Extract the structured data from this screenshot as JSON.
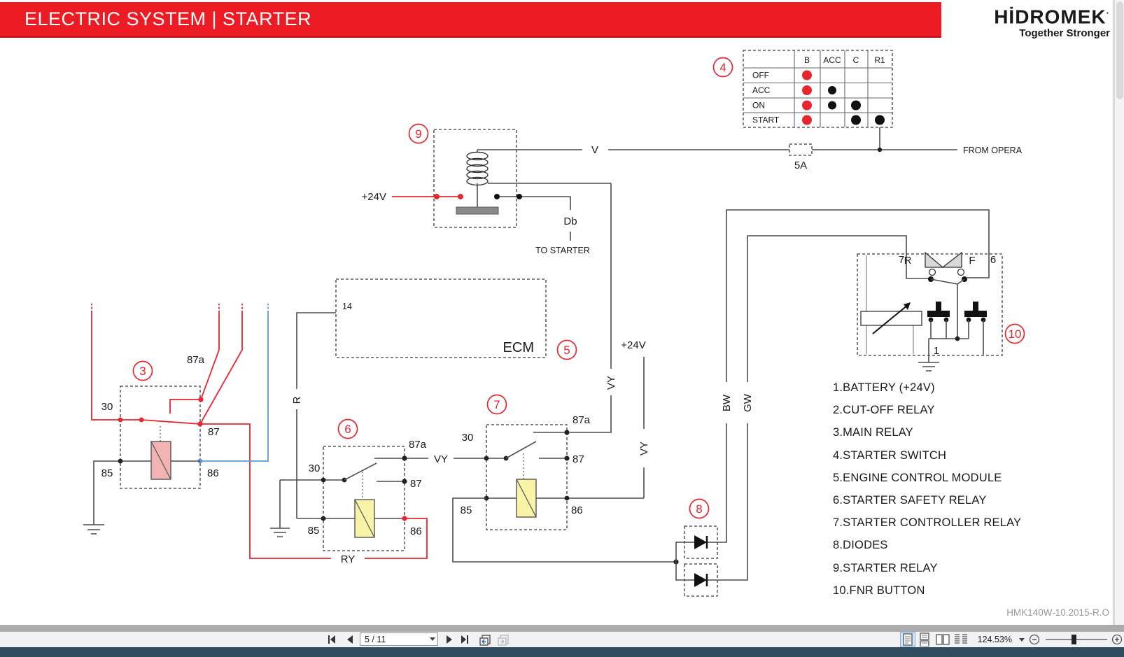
{
  "header": {
    "title": "ELECTRIC SYSTEM | STARTER",
    "brand": "HİDROMEK",
    "brand_mark": "·",
    "tagline": "Together Stronger",
    "banner_color": "#ed1c24"
  },
  "diagram": {
    "doc_code": "HMK140W-10.2015-R.O",
    "callouts": {
      "main_relay": "3",
      "starter_switch": "4",
      "ecm_module": "5",
      "safety_relay": "6",
      "controller_relay": "7",
      "diodes": "8",
      "starter_relay": "9",
      "fnr_button": "10"
    },
    "switch_table": {
      "columns": [
        "B",
        "ACC",
        "C",
        "R1"
      ],
      "rows": [
        {
          "label": "OFF",
          "dots": [
            "B"
          ]
        },
        {
          "label": "ACC",
          "dots": [
            "B",
            "ACC"
          ]
        },
        {
          "label": "ON",
          "dots": [
            "B",
            "ACC",
            "C"
          ]
        },
        {
          "label": "START",
          "dots": [
            "B",
            "C",
            "R1"
          ]
        }
      ],
      "dot_color_b": "#e8262d",
      "dot_color_other": "#111111"
    },
    "labels": {
      "v": "V",
      "fuse": "5A",
      "from_opera": "FROM OPERA",
      "plus24": "+24V",
      "db": "Db",
      "to_starter": "TO STARTER",
      "pin14": "14",
      "ecm": "ECM",
      "r": "R",
      "vy": "VY",
      "ry": "RY",
      "bw": "BW",
      "gw": "GW"
    },
    "relay_pins": {
      "p30": "30",
      "p87a": "87a",
      "p87": "87",
      "p85": "85",
      "p86": "86"
    },
    "fnr": {
      "reverse": "R",
      "forward": "F",
      "pin7": "7",
      "pin6": "6",
      "pin1": "1"
    },
    "legend": [
      "1.BATTERY (+24V)",
      "2.CUT-OFF RELAY",
      "3.MAIN RELAY",
      "4.STARTER SWITCH",
      "5.ENGINE CONTROL MODULE",
      "6.STARTER SAFETY RELAY",
      "7.STARTER CONTROLLER RELAY",
      "8.DIODES",
      "9.STARTER RELAY",
      "10.FNR BUTTON"
    ],
    "wire_colors": {
      "power_red": "#e8262d",
      "signal_blue": "#5b9bd5",
      "wire_gray": "#4d4d4d"
    }
  },
  "toolbar": {
    "page_input": "5 / 11",
    "zoom_level": "124.53%"
  }
}
